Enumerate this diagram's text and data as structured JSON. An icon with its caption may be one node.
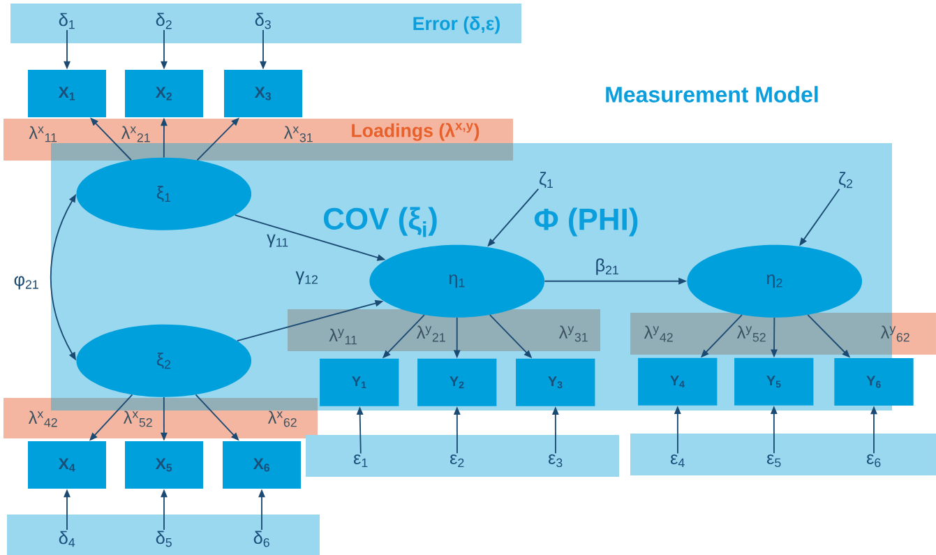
{
  "diagram": {
    "nodes": [
      {
        "text": [
          "Measurement Model",
          "COV (ξ$_{i}$)",
          "Φ (PHI)"
        ]
      },
      {
        "text": [
          "δ$_{1}$"
        ]
      },
      {
        "text": [
          "δ$_{2}$"
        ]
      },
      {
        "text": [
          "δ$_{3}$"
        ]
      },
      {
        "text": [
          "X$_{1}$"
        ]
      },
      {
        "text": [
          "X$_{2}$"
        ]
      },
      {
        "text": [
          "X$_{3}$"
        ]
      },
      {
        "text": [
          "ξ$_{1}$"
        ],
        "in": 0
      },
      {
        "text": [
          "ξ$_{2}$"
        ],
        "in": 0
      },
      {
        "text": [
          "ζ$_{1}$"
        ],
        "in": 0
      },
      {
        "text": [
          "ζ$_{2}$"
        ],
        "in": 0
      },
      {
        "text": [
          "η$_{1}$"
        ],
        "in": 0
      },
      {
        "text": [
          "η$_{2}$"
        ],
        "in": 0
      },
      {
        "text": [
          "Y$_{1}$"
        ],
        "in": 0
      },
      {
        "text": [
          "Y$_{2}$"
        ],
        "in": 0
      },
      {
        "text": [
          "Y$_{3}$"
        ],
        "in": 0
      },
      {
        "text": [
          "Y$_{4}$"
        ],
        "in": 0
      },
      {
        "text": [
          "Y$_{5}$"
        ],
        "in": 0
      },
      {
        "text": [
          "Y$_{6}$"
        ]
      },
      {
        "text": [
          "X$_{4}$"
        ]
      },
      {
        "text": [
          "X$_{5}$"
        ]
      },
      {
        "text": [
          "X$_{6}$"
        ]
      },
      {
        "text": [
          "ε$_{1}$"
        ]
      },
      {
        "text": [
          "ε$_{2}$"
        ]
      },
      {
        "text": [
          "ε$_{3}$"
        ]
      },
      {
        "text": [
          "ε$_{4}$"
        ]
      },
      {
        "text": [
          "ε$_{5}$"
        ]
      },
      {
        "text": [
          "ε$_{6}$"
        ]
      },
      {
        "text": [
          "δ$_{4}$"
        ]
      },
      {
        "text": [
          "δ$_{5}$"
        ]
      },
      {
        "text": [
          "δ$_{6}$"
        ]
      }
    ],
    "edges": [
      {
        "from": 1,
        "to": 4,
        "arrow": "to"
      },
      {
        "from": 2,
        "to": 5,
        "arrow": "to"
      },
      {
        "from": 3,
        "to": 6,
        "arrow": "to"
      },
      {
        "from": 7,
        "to": 4,
        "arrow": "to",
        "label": "λ$^{x}$$_{11}$"
      },
      {
        "from": 7,
        "to": 5,
        "arrow": "to",
        "label": "λ$^{x}$$_{21}$"
      },
      {
        "from": 7,
        "to": 6,
        "arrow": "to",
        "label": "λ$^{x}$$_{31}$"
      },
      {
        "from": 7,
        "to": 8,
        "arrow": "both",
        "label": "φ$_{21}$"
      },
      {
        "from": 7,
        "to": 11,
        "arrow": "to",
        "label": "γ$_{11}$"
      },
      {
        "from": 8,
        "to": 11,
        "arrow": "to",
        "label": "γ$_{12}$"
      },
      {
        "from": 9,
        "to": 11,
        "arrow": "to"
      },
      {
        "from": 10,
        "to": 12,
        "arrow": "to"
      },
      {
        "from": 11,
        "to": 12,
        "arrow": "to",
        "label": "β$_{21}$"
      },
      {
        "from": 11,
        "to": 13,
        "arrow": "to",
        "label": "λ$^{y}$$_{11}$"
      },
      {
        "from": 11,
        "to": 14,
        "arrow": "to",
        "label": "λ$^{y}$$_{21}$"
      },
      {
        "from": 11,
        "to": 15,
        "arrow": "to",
        "label": "λ$^{y}$$_{31}$"
      },
      {
        "from": 12,
        "to": 16,
        "arrow": "to",
        "label": "λ$^{y}$$_{42}$"
      },
      {
        "from": 12,
        "to": 17,
        "arrow": "to",
        "label": "λ$^{y}$$_{52}$"
      },
      {
        "from": 12,
        "to": 18,
        "arrow": "to",
        "label": "λ$^{y}$$_{62}$"
      },
      {
        "from": 8,
        "to": 19,
        "arrow": "to",
        "label": "λ$^{x}$$_{42}$"
      },
      {
        "from": 8,
        "to": 20,
        "arrow": "to",
        "label": "λ$^{x}$$_{52}$"
      },
      {
        "from": 8,
        "to": 21,
        "arrow": "to",
        "label": "λ$^{x}$$_{62}$"
      },
      {
        "from": 22,
        "to": 13,
        "arrow": "to"
      },
      {
        "from": 23,
        "to": 14,
        "arrow": "to"
      },
      {
        "from": 24,
        "to": 15,
        "arrow": "to"
      },
      {
        "from": 25,
        "to": 16,
        "arrow": "to"
      },
      {
        "from": 26,
        "to": 17,
        "arrow": "to"
      },
      {
        "from": 27,
        "to": 18,
        "arrow": "to"
      },
      {
        "from": 28,
        "to": 19,
        "arrow": "to"
      },
      {
        "from": 29,
        "to": 20,
        "arrow": "to"
      },
      {
        "from": 30,
        "to": 21,
        "arrow": "to"
      }
    ],
    "labels": [
      "Error (δ,ε)",
      "Loadings (λ$^{x,y}$)"
    ]
  }
}
